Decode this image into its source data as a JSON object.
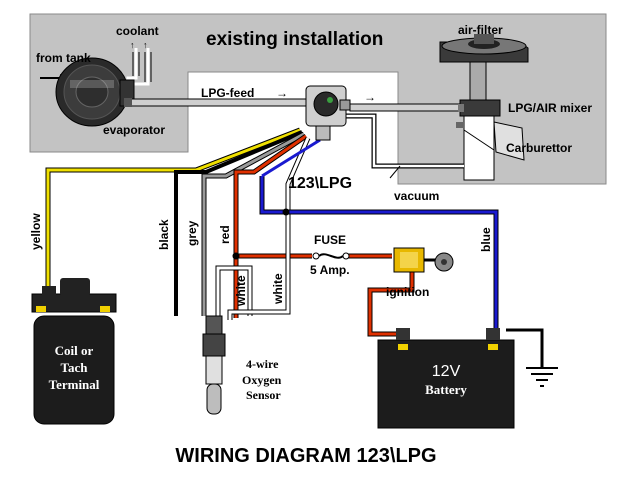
{
  "diagram": {
    "header": "existing installation",
    "footer_title": "WIRING DIAGRAM 123\\LPG",
    "labels": {
      "from_tank": "from tank",
      "coolant": "coolant",
      "evaporator": "evaporator",
      "lpg_feed": "LPG-feed",
      "air_filter": "air-filter",
      "mixer": "LPG/AIR mixer",
      "carburettor": "Carburettor",
      "vacuum": "vacuum",
      "controller": "123\\LPG",
      "fuse": "FUSE",
      "fuse_rating": "5 Amp.",
      "ignition": "ignition",
      "coil_line1": "Coil or",
      "coil_line2": "Tach",
      "coil_line3": "Terminal",
      "sensor_line1": "4-wire",
      "sensor_line2": "Oxygen",
      "sensor_line3": "Sensor",
      "battery_voltage": "12V",
      "battery_name": "Battery",
      "arrow": "→"
    },
    "wire_labels": {
      "yellow": "yellow",
      "black": "black",
      "grey": "grey",
      "red": "red",
      "white_a": "white",
      "white_b": "white",
      "blue": "blue"
    },
    "colors": {
      "panel": "#c3c3c3",
      "yellow_wire": "#f0e000",
      "black_wire": "#000000",
      "grey_wire": "#9a9a9a",
      "red_wire": "#e03000",
      "blue_wire": "#1a1ad0",
      "white_wire": "#ffffff",
      "device": "#1e1e1e",
      "terminal": "#f0d000",
      "ignition_body": "#e8b800"
    }
  }
}
